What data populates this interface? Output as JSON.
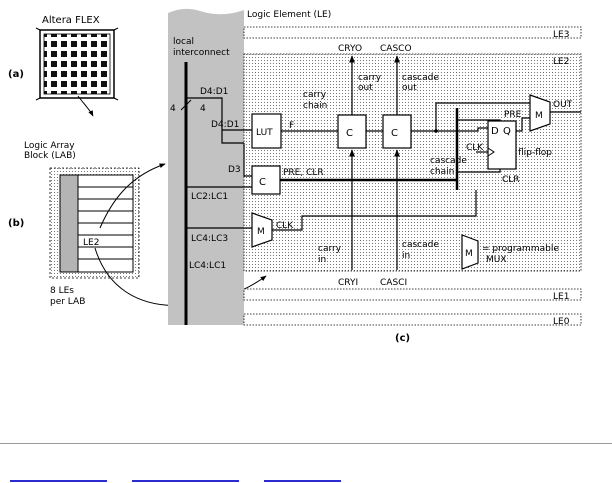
{
  "figure": {
    "chip_title": "Altera FLEX",
    "label_a": "(a)",
    "label_b": "(b)",
    "label_c": "(c)",
    "lab_caption_1": "Logic Array",
    "lab_caption_2": "Block (LAB)",
    "les_per_lab_1": "8 LEs",
    "les_per_lab_2": "per LAB",
    "lab_le_label": "LE2",
    "interconnect_1": "local",
    "interconnect_2": "interconnect",
    "le_title": "Logic Element (LE)",
    "le_tags": {
      "le3": "LE3",
      "le2": "LE2",
      "le1": "LE1",
      "le0": "LE0"
    },
    "bus_width_left": "4",
    "bus_width_right": "4",
    "sig_d4d1_top": "D4:D1",
    "sig_d4d1_lut": "D4:D1",
    "sig_d3": "D3",
    "sig_lc2lc1": "LC2:LC1",
    "sig_lc4lc3": "LC4:LC3",
    "sig_lc4lc1": "LC4:LC1",
    "cryo": "CRYO",
    "casco": "CASCO",
    "cryi": "CRYI",
    "casci": "CASCI",
    "carry_chain_1": "carry",
    "carry_chain_2": "chain",
    "carry_out_1": "carry",
    "carry_out_2": "out",
    "cascade_out_1": "cascade",
    "cascade_out_2": "out",
    "cascade_chain_1": "cascade",
    "cascade_chain_2": "chain",
    "carry_in_1": "carry",
    "carry_in_2": "in",
    "cascade_in_1": "cascade",
    "cascade_in_2": "in",
    "lut": "LUT",
    "f": "F",
    "c_symbol": "C",
    "pre_clr": "PRE, CLR",
    "clk_mux": "CLK",
    "clk_ff": "CLK",
    "pre_ff": "PRE",
    "clr_ff": "CLR",
    "d": "D",
    "q": "Q",
    "flip_flop": "flip-flop",
    "out": "OUT",
    "mux_m": "M",
    "legend_1": "= programmable",
    "legend_2": "MUX"
  },
  "nav": {
    "links": [
      "",
      "",
      ""
    ]
  }
}
